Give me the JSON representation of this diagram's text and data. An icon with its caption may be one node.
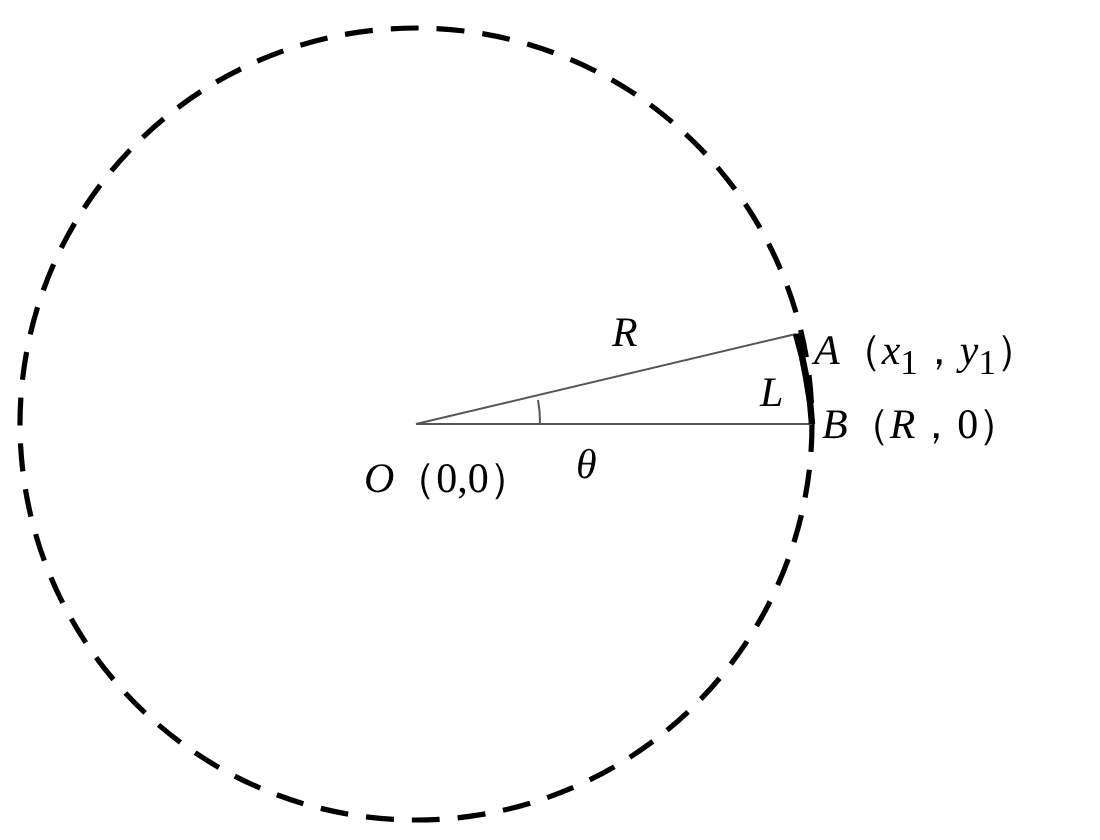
{
  "diagram": {
    "nodes": [
      {
        "text": [],
        "shape": "circle"
      },
      {
        "text": [
          "*O*（0,0）"
        ],
        "in": 0
      },
      {
        "text": [
          "*A*（*x*$_{1}$，*y*$_{1}$）"
        ]
      },
      {
        "text": [
          "*B*（*R*，0）"
        ]
      }
    ],
    "edges": [
      {
        "from": 1,
        "to": 2,
        "arrow": "none",
        "label": "R"
      },
      {
        "from": 1,
        "to": 3,
        "arrow": "none"
      },
      {
        "from": 2,
        "to": 3,
        "arrow": "none",
        "label": "L"
      },
      {
        "from": 2,
        "to": 3,
        "arrow": "none",
        "style": "thick"
      }
    ],
    "labels": [
      "θ"
    ]
  }
}
